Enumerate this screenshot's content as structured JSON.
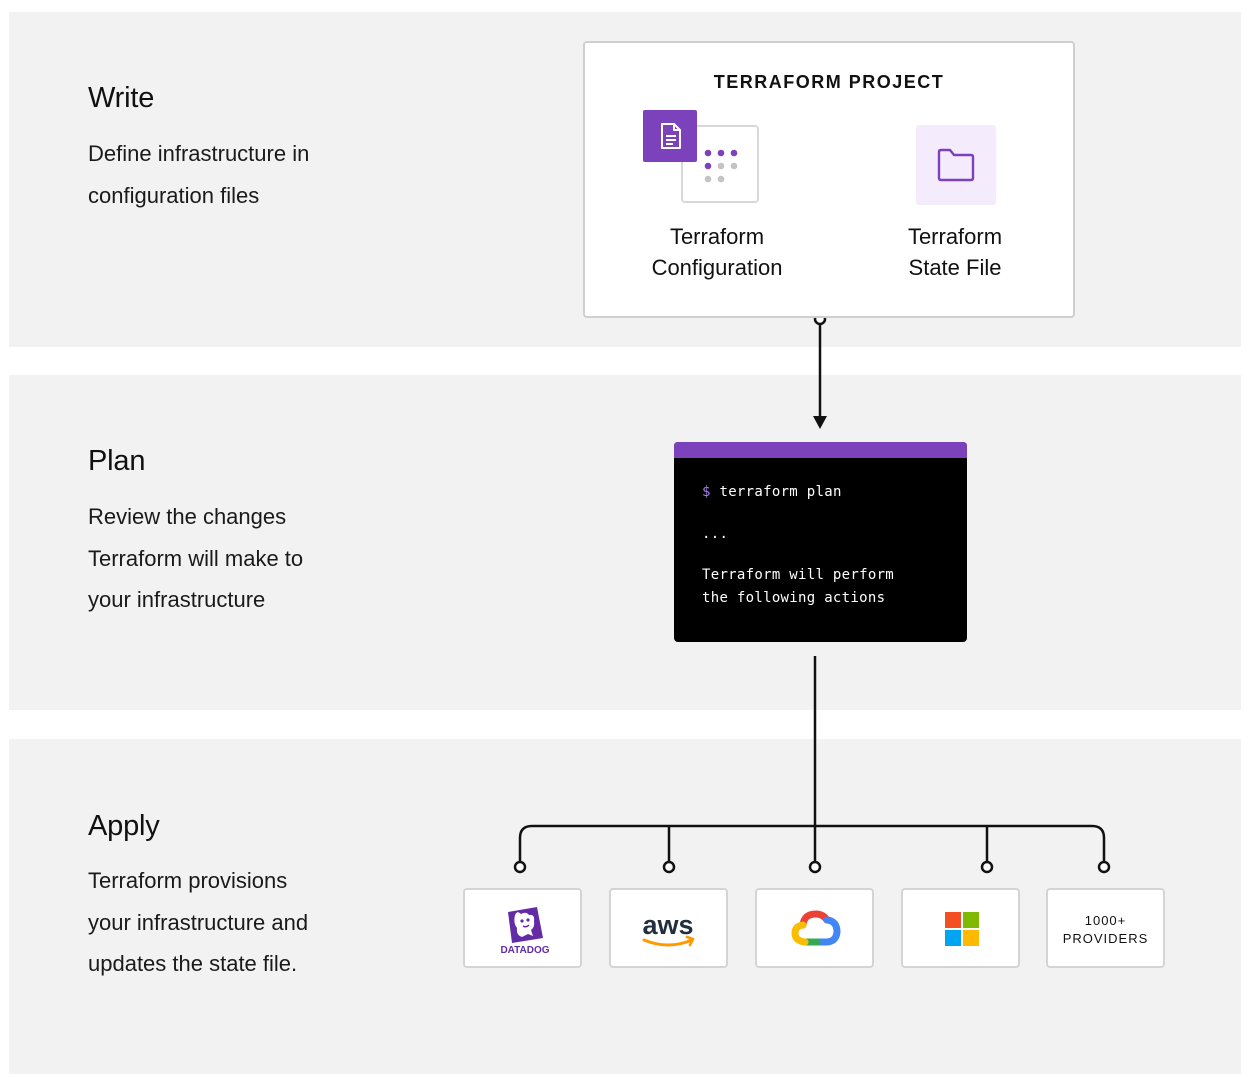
{
  "stages": {
    "write": {
      "title": "Write",
      "desc_line1": "Define infrastructure in",
      "desc_line2": "configuration files"
    },
    "plan": {
      "title": "Plan",
      "desc_line1": "Review the changes",
      "desc_line2": "Terraform will make to",
      "desc_line3": "your infrastructure"
    },
    "apply": {
      "title": "Apply",
      "desc_line1": "Terraform provisions",
      "desc_line2": "your infrastructure and",
      "desc_line3": "updates the state file."
    }
  },
  "project": {
    "title": "TERRAFORM PROJECT",
    "config_label_line1": "Terraform",
    "config_label_line2": "Configuration",
    "state_label_line1": "Terraform",
    "state_label_line2": "State File",
    "config_icon": "document-icon",
    "state_icon": "folder-icon"
  },
  "terminal": {
    "prompt": "$",
    "command": "terraform plan",
    "ellipsis": "...",
    "output_line1": "Terraform will perform",
    "output_line2": "the following actions"
  },
  "providers": {
    "datadog": {
      "logo_text": "DATADOG",
      "icon": "datadog-dog-icon"
    },
    "aws": {
      "logo_text": "aws",
      "icon": "aws-smile-icon"
    },
    "gcp": {
      "icon": "google-cloud-icon"
    },
    "azure": {
      "icon": "microsoft-logo-icon"
    },
    "more": {
      "line1": "1000+",
      "line2": "PROVIDERS"
    }
  },
  "colors": {
    "band_bg": "#f2f2f2",
    "terraform_purple": "#7b42bc",
    "terminal_bg": "#000000",
    "datadog_purple": "#632ca6",
    "aws_orange": "#ff9900",
    "ms_red": "#f25022",
    "ms_green": "#7fba00",
    "ms_blue": "#00a4ef",
    "ms_yellow": "#ffb900"
  }
}
